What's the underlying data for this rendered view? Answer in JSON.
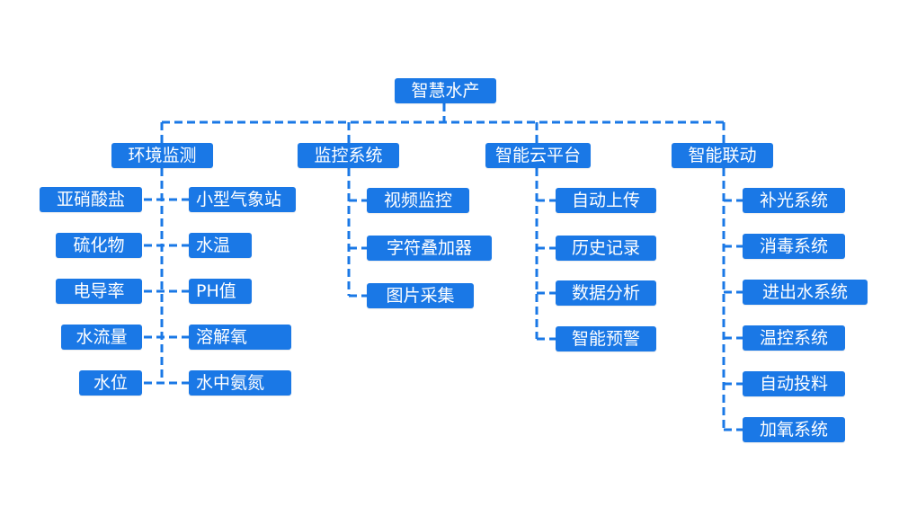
{
  "colors": {
    "node_fill": "#1a78e6",
    "connector": "#1a78e6",
    "node_text": "#ffffff"
  },
  "root": "智慧水产",
  "branches": [
    {
      "label": "环境监测",
      "left_children": [
        "亚硝酸盐",
        "硫化物",
        "电导率",
        "水流量",
        "水位"
      ],
      "right_children": [
        "小型气象站",
        "水温",
        "PH值",
        "溶解氧",
        "水中氨氮"
      ]
    },
    {
      "label": "监控系统",
      "children": [
        "视频监控",
        "字符叠加器",
        "图片采集"
      ]
    },
    {
      "label": "智能云平台",
      "children": [
        "自动上传",
        "历史记录",
        "数据分析",
        "智能预警"
      ]
    },
    {
      "label": "智能联动",
      "children": [
        "补光系统",
        "消毒系统",
        "进出水系统",
        "温控系统",
        "自动投料",
        "加氧系统"
      ]
    }
  ]
}
